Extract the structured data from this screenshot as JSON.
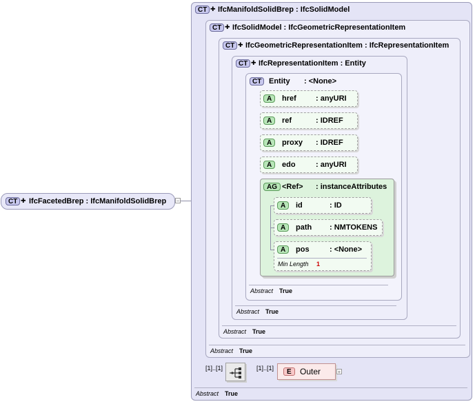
{
  "root": {
    "badge": "CT",
    "label": "IfcFacetedBrep : IfcManifoldSolidBrep"
  },
  "ct1": {
    "badge": "CT",
    "label": "IfcManifoldSolidBrep : IfcSolidModel",
    "abstract_label": "Abstract",
    "abstract_value": "True"
  },
  "ct2": {
    "badge": "CT",
    "label": "IfcSolidModel : IfcGeometricRepresentationItem",
    "abstract_label": "Abstract",
    "abstract_value": "True"
  },
  "ct3": {
    "badge": "CT",
    "label": "IfcGeometricRepresentationItem : IfcRepresentationItem",
    "abstract_label": "Abstract",
    "abstract_value": "True"
  },
  "ct4": {
    "badge": "CT",
    "label": "IfcRepresentationItem : Entity",
    "abstract_label": "Abstract",
    "abstract_value": "True"
  },
  "entity": {
    "badge": "CT",
    "name": "Entity",
    "type": ": <None>",
    "abstract_label": "Abstract",
    "abstract_value": "True"
  },
  "attributes": [
    {
      "badge": "A",
      "name": "href",
      "type": ": anyURI"
    },
    {
      "badge": "A",
      "name": "ref",
      "type": ": IDREF"
    },
    {
      "badge": "A",
      "name": "proxy",
      "type": ": IDREF"
    },
    {
      "badge": "A",
      "name": "edo",
      "type": ": anyURI"
    }
  ],
  "attr_group": {
    "badge": "AG",
    "name": "<Ref>",
    "type": ": instanceAttributes",
    "attributes": [
      {
        "badge": "A",
        "name": "id",
        "type": ": ID"
      },
      {
        "badge": "A",
        "name": "path",
        "type": ": NMTOKENS"
      },
      {
        "badge": "A",
        "name": "pos",
        "type": ": <None>",
        "facet_label": "Min Length",
        "facet_value": "1"
      }
    ]
  },
  "sequence": {
    "multiplicity": "[1]..[1]",
    "icon": "sequence-icon"
  },
  "outer": {
    "multiplicity": "[1]..[1]",
    "badge": "E",
    "label": "Outer"
  },
  "colors": {
    "ct_fill": "#e4e4f6",
    "attr_fill": "#b8e6b8",
    "element_fill": "#f8c8c8",
    "facet_value": "#cc0000"
  }
}
